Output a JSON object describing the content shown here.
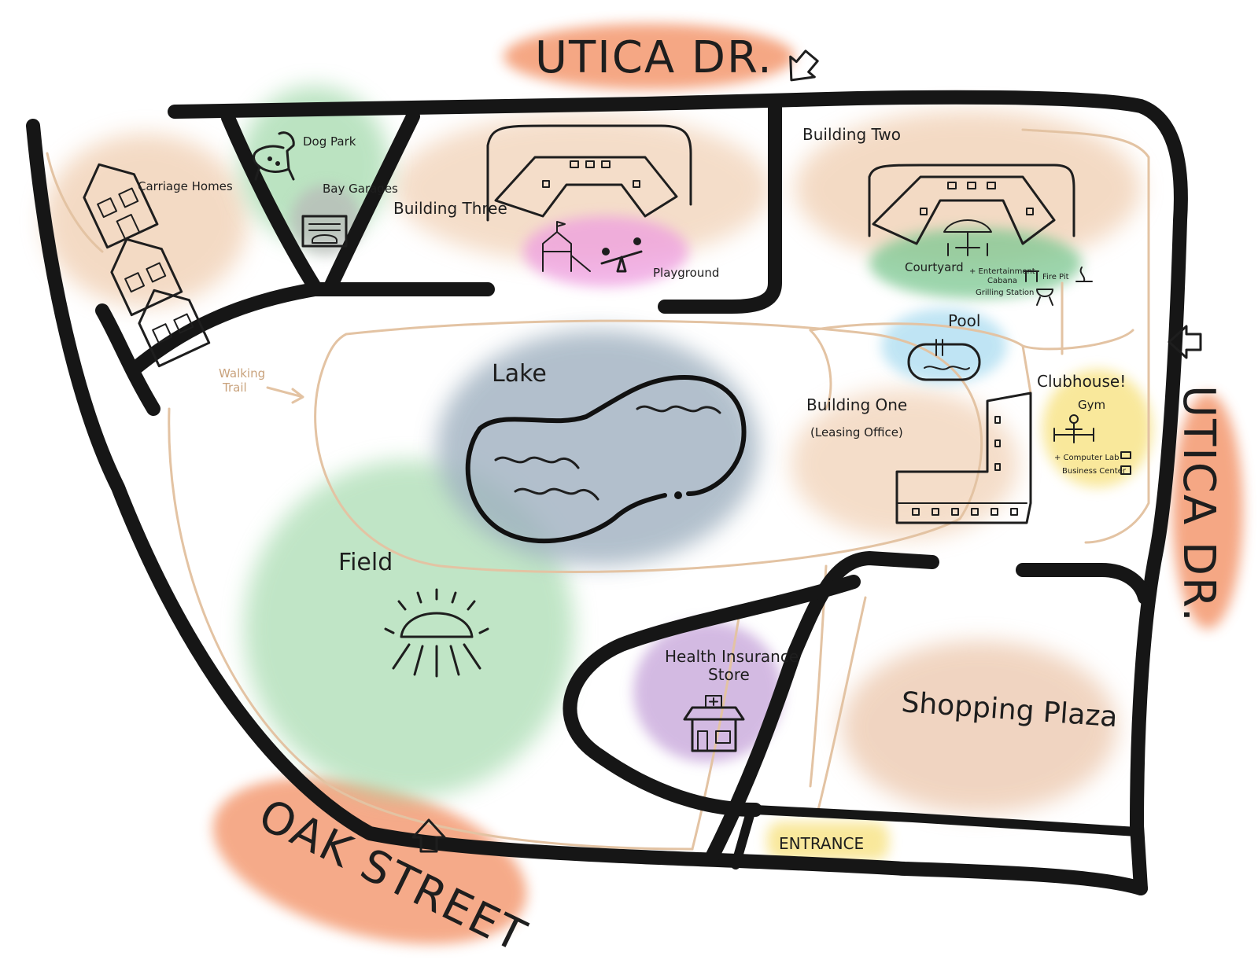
{
  "streets": {
    "top": "UTICA DR.",
    "right": "UTICA DR.",
    "bottom": "OAK STREET"
  },
  "labels": {
    "dog_park": "Dog Park",
    "carriage_homes": "Carriage Homes",
    "bay_garages": "Bay Garages",
    "building_three": "Building Three",
    "building_two": "Building Two",
    "playground": "Playground",
    "courtyard": "Courtyard",
    "entertainment": "+ Entertainment",
    "cabana": "Cabana",
    "fire_pit": "Fire Pit",
    "grilling_station": "Grilling Station",
    "pool": "Pool",
    "clubhouse": "Clubhouse!",
    "gym": "Gym",
    "computer_lab": "+ Computer Lab",
    "business_center": "Business Center",
    "building_one": "Building One",
    "leasing_office": "(Leasing Office)",
    "walking_trail_1": "Walking",
    "walking_trail_2": "Trail",
    "lake": "Lake",
    "field": "Field",
    "health_1": "Health Insurance",
    "health_2": "Store",
    "shopping_plaza": "Shopping Plaza",
    "entrance": "ENTRANCE"
  },
  "colors": {
    "street_orange": "#f28a5c",
    "building_tan": "#eec7a6",
    "park_green": "#9fd8a8",
    "lake_blue": "#9fb0c0",
    "pool_blue": "#b9e2f3",
    "playground_pink": "#ee9de0",
    "clinic_purple": "#c9a9dc",
    "entrance_yellow": "#f8e48a",
    "trail": "#e3c3a3",
    "road": "#161616"
  },
  "icons": [
    "dog-icon",
    "garage-icon",
    "house-icon",
    "playground-icon",
    "seesaw-icon",
    "umbrella-table-icon",
    "cabana-icon",
    "fire-pit-icon",
    "grill-icon",
    "pool-icon",
    "gym-icon",
    "laptop-icon",
    "briefcase-icon",
    "sun-icon",
    "clinic-icon",
    "arrow-icon"
  ]
}
